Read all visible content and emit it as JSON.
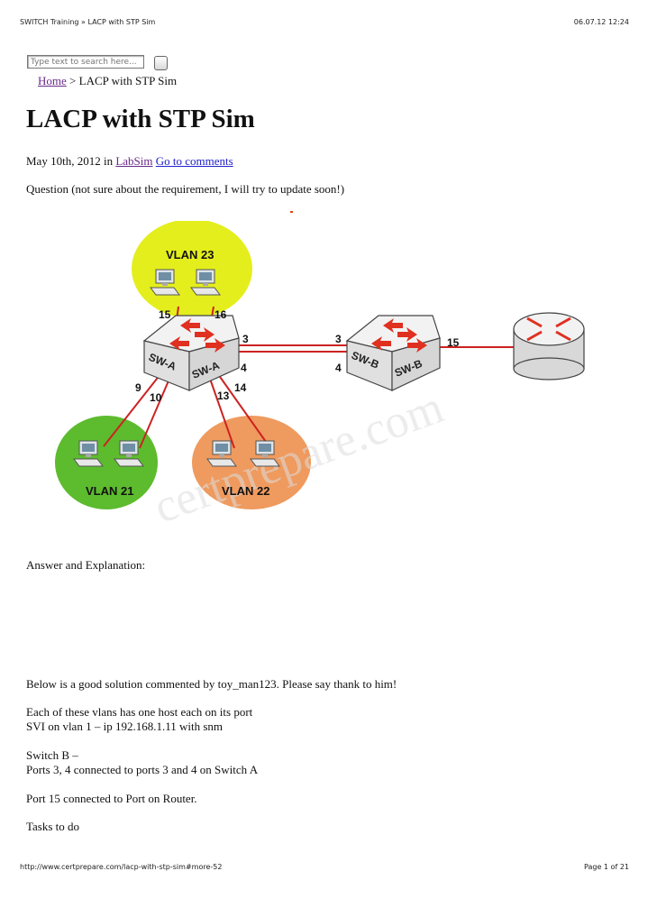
{
  "print_header": {
    "left": "SWITCH Training » LACP with STP Sim",
    "right": "06.07.12 12:24"
  },
  "search": {
    "placeholder": "Type text to search here..."
  },
  "breadcrumb": {
    "home": "Home",
    "separator": ">",
    "current": "LACP with STP Sim"
  },
  "post": {
    "title": "LACP with STP Sim",
    "date": "May 10th, 2012",
    "in_text": "in",
    "category": "LabSim",
    "comments_link": "Go to comments"
  },
  "content": {
    "question": "Question (not sure about the requirement, I will try to update soon!)",
    "answer_heading": "Answer and Explanation:",
    "solution_intro": "Below is a good solution commented by toy_man123. Please say thank to him!",
    "line1": "Each of these vlans has one host each on its port",
    "line2": "SVI on vlan 1 – ip 192.168.1.11 with snm",
    "line3": "Switch B –",
    "line4": "Ports 3, 4 connected to ports 3 and 4 on Switch A",
    "line5": "Port 15 connected to Port on Router.",
    "line6": "Tasks to do"
  },
  "diagram": {
    "watermark": "certprepare.com",
    "vlans": [
      "VLAN 23",
      "VLAN 21",
      "VLAN 22"
    ],
    "switch_a_labels": [
      "SW-A",
      "SW-A"
    ],
    "switch_b_labels": [
      "SW-B",
      "SW-B"
    ],
    "ports": {
      "vlan23_left": "15",
      "vlan23_right": "16",
      "a_top": "3",
      "a_bottom": "4",
      "b_top": "3",
      "b_bottom": "4",
      "b_router": "15",
      "vlan21_a": "9",
      "vlan21_b": "10",
      "vlan22_a": "14",
      "vlan22_b": "13"
    },
    "colors": {
      "vlan23": "#e4ee1c",
      "vlan21": "#5dbb2e",
      "vlan22": "#ef9a5e",
      "link": "#cc2222",
      "arrows": "#e03020"
    }
  },
  "print_footer": {
    "url": "http://www.certprepare.com/lacp-with-stp-sim#more-52",
    "page": "Page 1 of 21"
  }
}
